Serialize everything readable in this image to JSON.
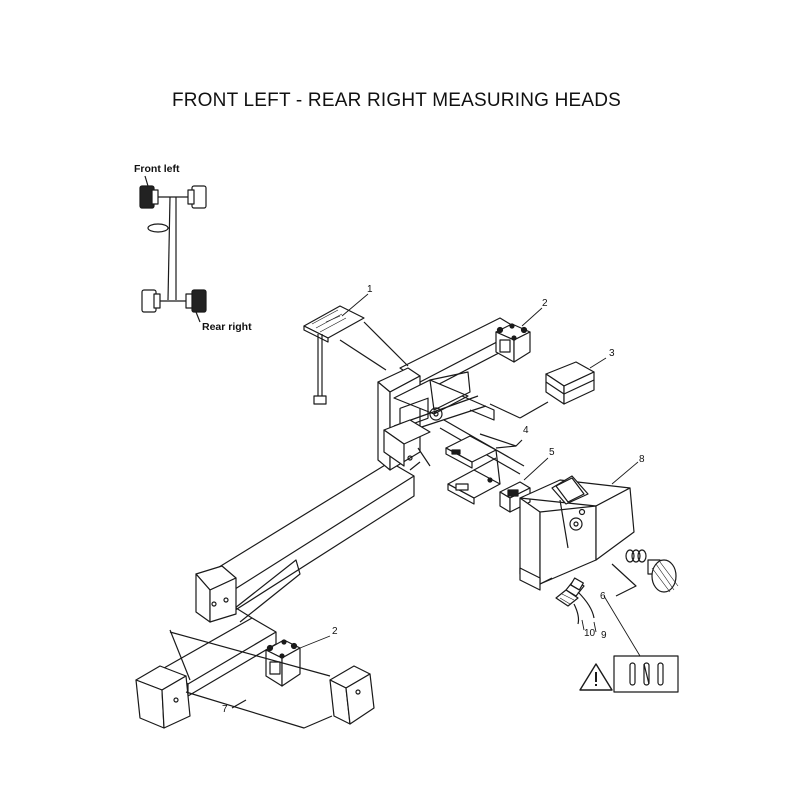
{
  "title": "FRONT LEFT - REAR RIGHT MEASURING HEADS",
  "inset": {
    "front_label": "Front left",
    "rear_label": "Rear right"
  },
  "callouts": [
    "1",
    "2",
    "3",
    "4",
    "5",
    "8",
    "6",
    "9",
    "10",
    "2",
    "7"
  ],
  "colors": {
    "line": "#1a1a1a",
    "highlight": "#222222",
    "background": "#ffffff"
  }
}
